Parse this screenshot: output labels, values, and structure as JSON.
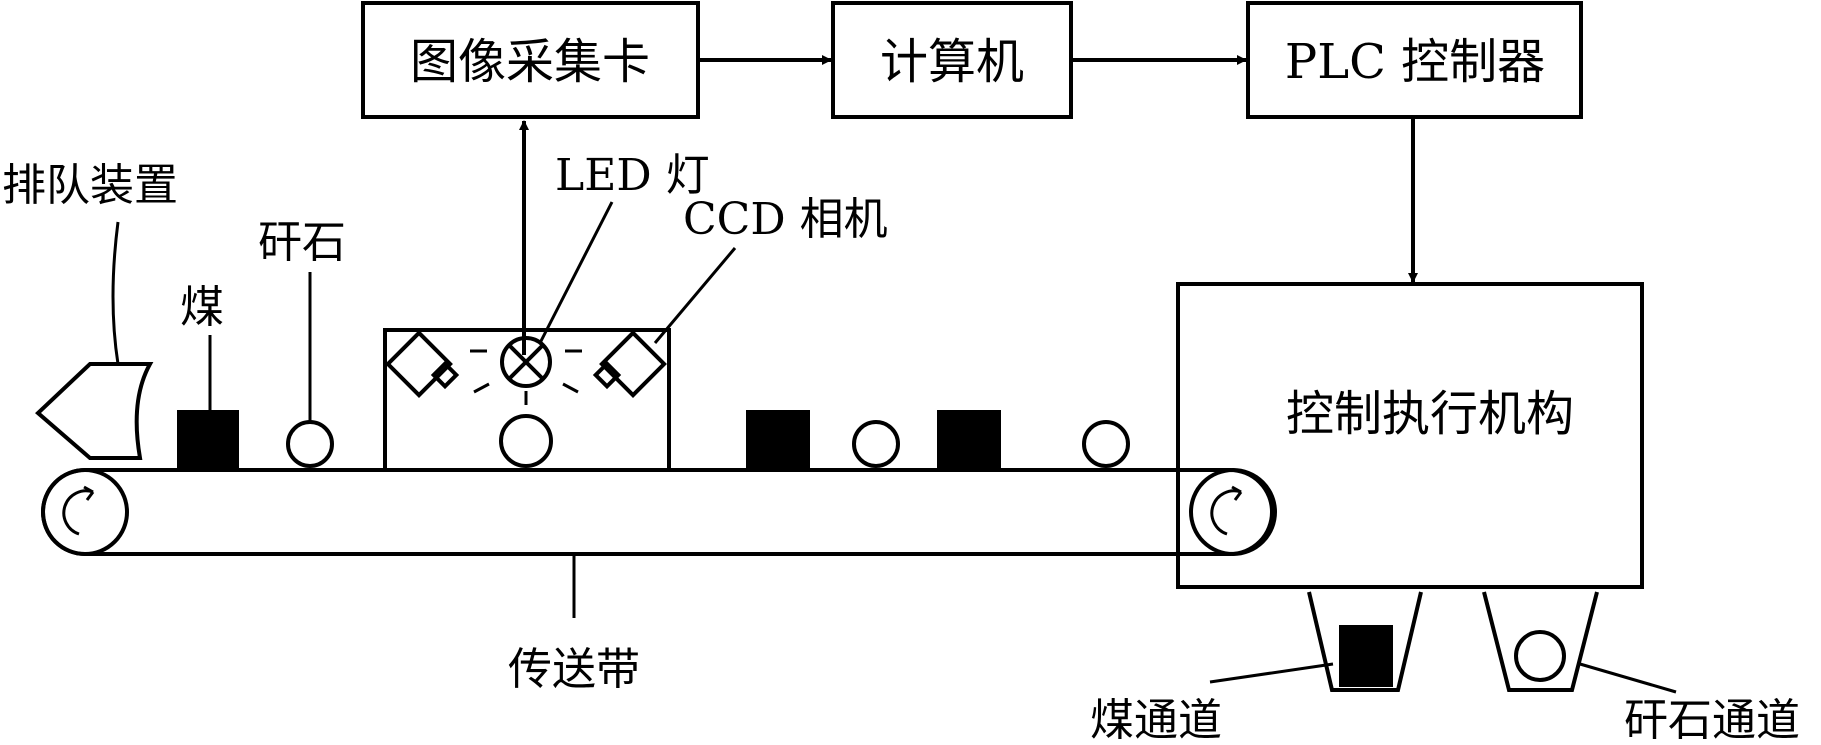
{
  "blocks": {
    "acquisition_card": "图像采集卡",
    "computer": "计算机",
    "plc": "PLC 控制器",
    "actuator": "控制执行机构"
  },
  "labels": {
    "queuing_device": "排队装置",
    "gangue": "矸石",
    "coal": "煤",
    "led_light": "LED 灯",
    "ccd_camera": "CCD 相机",
    "conveyor": "传送带",
    "coal_channel": "煤通道",
    "gangue_channel": "矸石通道"
  }
}
